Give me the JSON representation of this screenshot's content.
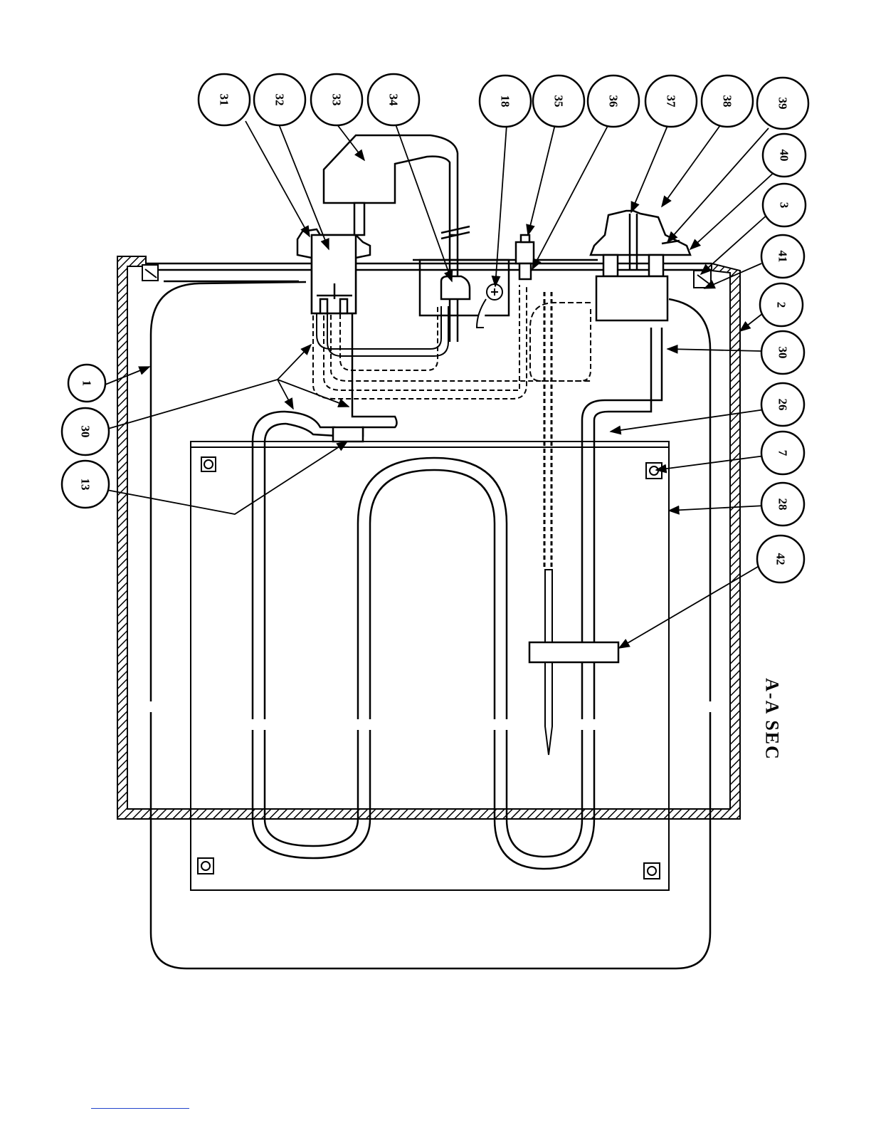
{
  "section_label": "A-A SEC",
  "callouts": [
    {
      "id": "c31",
      "text": "31"
    },
    {
      "id": "c32",
      "text": "32"
    },
    {
      "id": "c33",
      "text": "33"
    },
    {
      "id": "c34",
      "text": "34"
    },
    {
      "id": "c18",
      "text": "18"
    },
    {
      "id": "c35",
      "text": "35"
    },
    {
      "id": "c36",
      "text": "36"
    },
    {
      "id": "c37",
      "text": "37"
    },
    {
      "id": "c38",
      "text": "38"
    },
    {
      "id": "c39",
      "text": "39"
    },
    {
      "id": "c40",
      "text": "40"
    },
    {
      "id": "c3",
      "text": "3"
    },
    {
      "id": "c41",
      "text": "41"
    },
    {
      "id": "c2",
      "text": "2"
    },
    {
      "id": "c30r",
      "text": "30"
    },
    {
      "id": "c26",
      "text": "26"
    },
    {
      "id": "c7",
      "text": "7"
    },
    {
      "id": "c28",
      "text": "28"
    },
    {
      "id": "c42",
      "text": "42"
    },
    {
      "id": "c1",
      "text": "1"
    },
    {
      "id": "c30l",
      "text": "30"
    },
    {
      "id": "c13",
      "text": "13"
    }
  ]
}
